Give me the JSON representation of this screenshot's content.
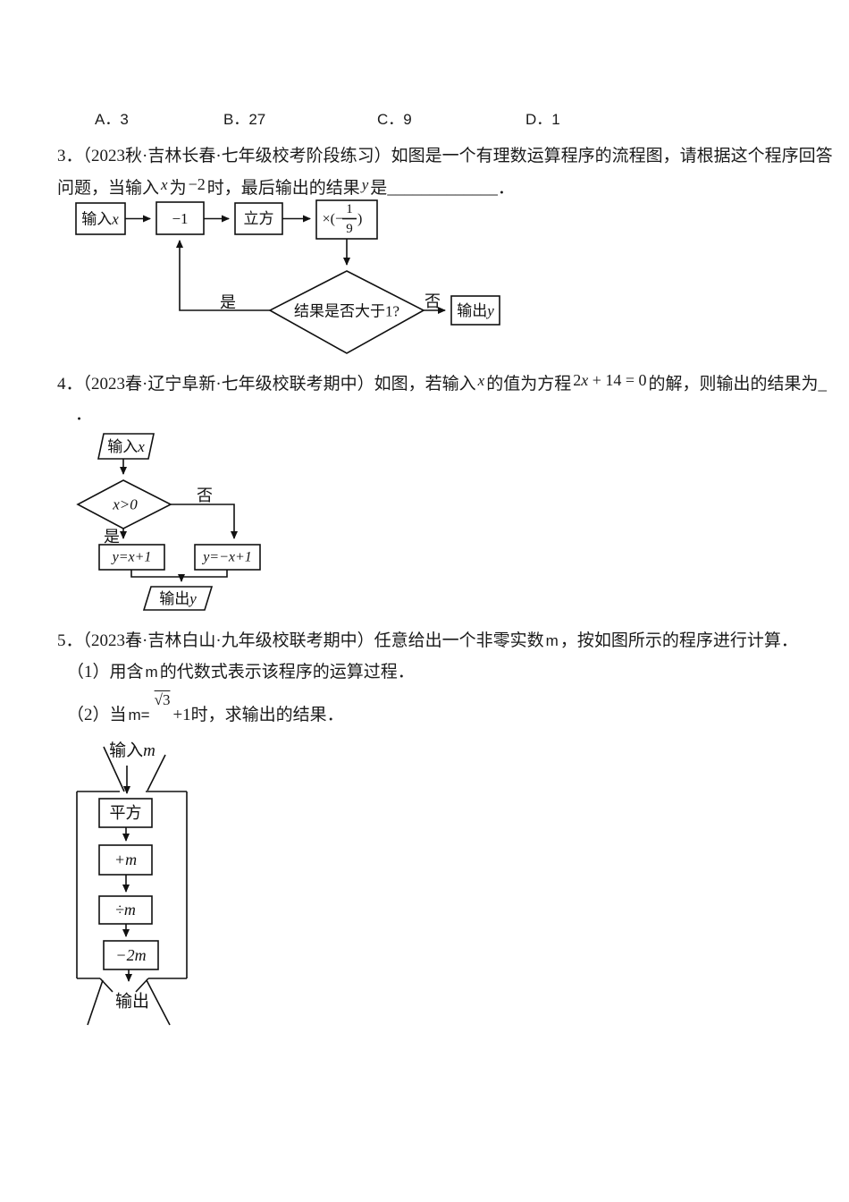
{
  "options": {
    "a": "A．3",
    "b": "B．27",
    "c": "C．9",
    "d": "D．1"
  },
  "q3": {
    "line1": "3．（2023秋·吉林长春·七年级校考阶段练习）如图是一个有理数运算程序的流程图，请根据这个程序回答",
    "line2_pre": "问题，当输入",
    "var_x": "x",
    "line2_mid1": "为",
    "neg2": "−2",
    "line2_mid2": "时，最后输出的结果",
    "var_y": "y",
    "line2_post": "是",
    "blank": "_____________",
    "period": "．"
  },
  "fc1": {
    "input_cn": "输入",
    "input_var": "x",
    "box_minus1": "−1",
    "box_cube": "立方",
    "mult_pre": "×(−",
    "frac_num": "1",
    "frac_den": "9",
    "mult_post": ")",
    "diamond_q": "结果是否大于1?",
    "label_yes": "是",
    "label_no": "否",
    "output_cn": "输出",
    "output_var": "y"
  },
  "q4": {
    "line1_pre": "4．（2023春·辽宁阜新·七年级校联考期中）如图，若输入",
    "var_x": "x",
    "line1_mid": "的值为方程",
    "eq_pre": "2",
    "eq_var": "x",
    "eq_post": " + 14 = 0",
    "line1_post": "的解，则输出的结果为_",
    "line2": "．"
  },
  "fc2": {
    "input_cn": "输入",
    "input_var": "x",
    "cond": "x>0",
    "label_yes": "是",
    "label_no": "否",
    "box_left": "y=x+1",
    "box_right": "y=−x+1",
    "output_cn": "输出",
    "output_var": "y"
  },
  "q5": {
    "line1_pre": "5．（2023春·吉林白山·九年级校联考期中）任意给出一个非零实数",
    "m1": "m",
    "line1_post": "，按如图所示的程序进行计算．",
    "item1_pre": "（1）用含",
    "m2": "m",
    "item1_post": "的代数式表示该程序的运算过程．",
    "item2_pre": "（2）当",
    "m3": "m=",
    "sqrt3": "√3",
    "item2_post": "+1时，求输出的结果．"
  },
  "fc3": {
    "input_cn": "输入",
    "input_var": "m",
    "box1": "平方",
    "box2": "+m",
    "box3": "÷m",
    "box4": "−2m",
    "output": "输出"
  }
}
